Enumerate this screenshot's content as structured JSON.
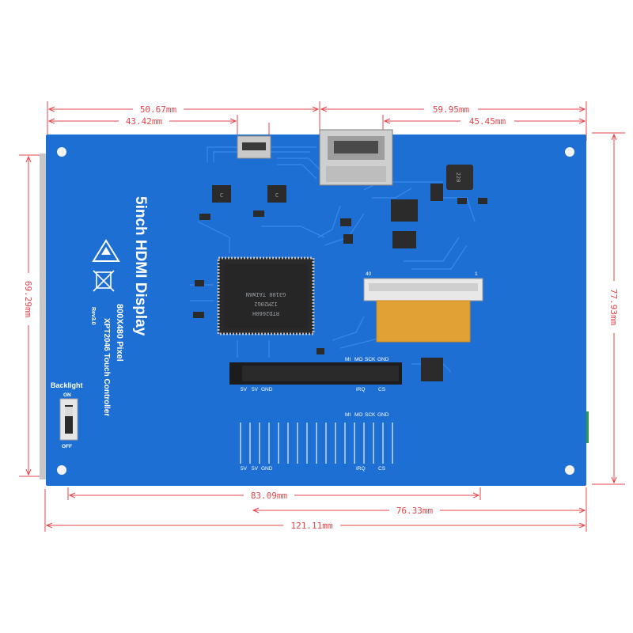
{
  "colors": {
    "pcb": "#1e6fd3",
    "pcb_dark": "#1a5fb8",
    "trace": "#2a82e6",
    "dimension": "#e4444a",
    "chip": "#2b2b2b",
    "ribbon": "#e0a234",
    "header": "#1c1c1c",
    "metal": "#bfbfbf"
  },
  "dimensions": {
    "top_outer": "50.67mm",
    "top_inner": "43.42mm",
    "top_right_outer": "59.95mm",
    "top_right_inner": "45.45mm",
    "left_height": "69.29mm",
    "right_height": "77.93mm",
    "bottom_inner": "83.09mm",
    "bottom_right": "76.33mm",
    "bottom_total": "121.11mm"
  },
  "board": {
    "title": "5inch HDMI Display",
    "resolution": "800X480 Pixel",
    "controller": "XPT2046 Touch Controller",
    "revision": "Rev3.0",
    "backlight_label": "Backlight",
    "switch_on": "ON",
    "switch_off": "OFF",
    "fpc_pin_left": "40",
    "fpc_pin_right": "1",
    "main_chip_line1": "RTD2660H",
    "main_chip_line2": "I2M20G2",
    "main_chip_line3": "G3100 TAIWAN",
    "inductor_label": "220",
    "cap_label_1": "C",
    "cap_label_2": "C"
  },
  "header_labels": {
    "top_mi": "MI",
    "top_mo": "MO",
    "top_sck": "SCK",
    "top_gnd": "GND",
    "bottom_5v_a": "5V",
    "bottom_5v_b": "5V",
    "bottom_gnd": "GND",
    "bottom_irq": "IRQ",
    "bottom_cs": "CS"
  },
  "footprint_labels": {
    "top_mi": "MI",
    "top_mo": "MO",
    "top_sck": "SCK",
    "top_gnd": "GND",
    "bottom_5v_a": "5V",
    "bottom_5v_b": "5V",
    "bottom_gnd": "GND",
    "bottom_irq": "IRQ",
    "bottom_cs": "CS"
  }
}
